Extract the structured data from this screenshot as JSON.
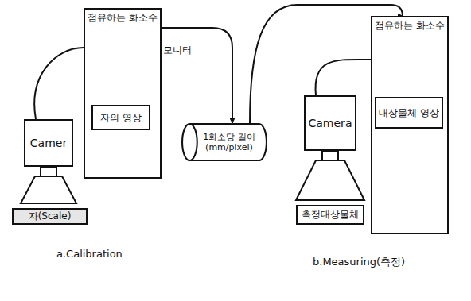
{
  "diagram": {
    "nodes": [
      {
        "text": [
          "Camer"
        ]
      },
      {
        "text": [
          "자(Scale)"
        ]
      },
      {
        "text": [
          "점유하는 화소수"
        ]
      },
      {
        "text": [
          "자의 영상"
        ],
        "in": 2
      },
      {
        "text": [
          "1화소당 길이 (mm/pixel)"
        ]
      },
      {
        "text": [
          "Camera"
        ]
      },
      {
        "text": [
          "측정대상물체"
        ]
      },
      {
        "text": [
          "점유하는 화소수"
        ]
      },
      {
        "text": [
          "대상물체 영상"
        ],
        "in": 7
      }
    ],
    "edges": [
      {
        "from": 0,
        "to": 2,
        "arrow": "none"
      },
      {
        "from": 2,
        "to": 4,
        "arrow": "to"
      },
      {
        "from": 4,
        "to": 7,
        "arrow": "to"
      },
      {
        "from": 5,
        "to": 7,
        "arrow": "none"
      }
    ],
    "labels": [
      "모니터",
      "a.Calibration",
      "b.Measuring(측정)"
    ]
  }
}
